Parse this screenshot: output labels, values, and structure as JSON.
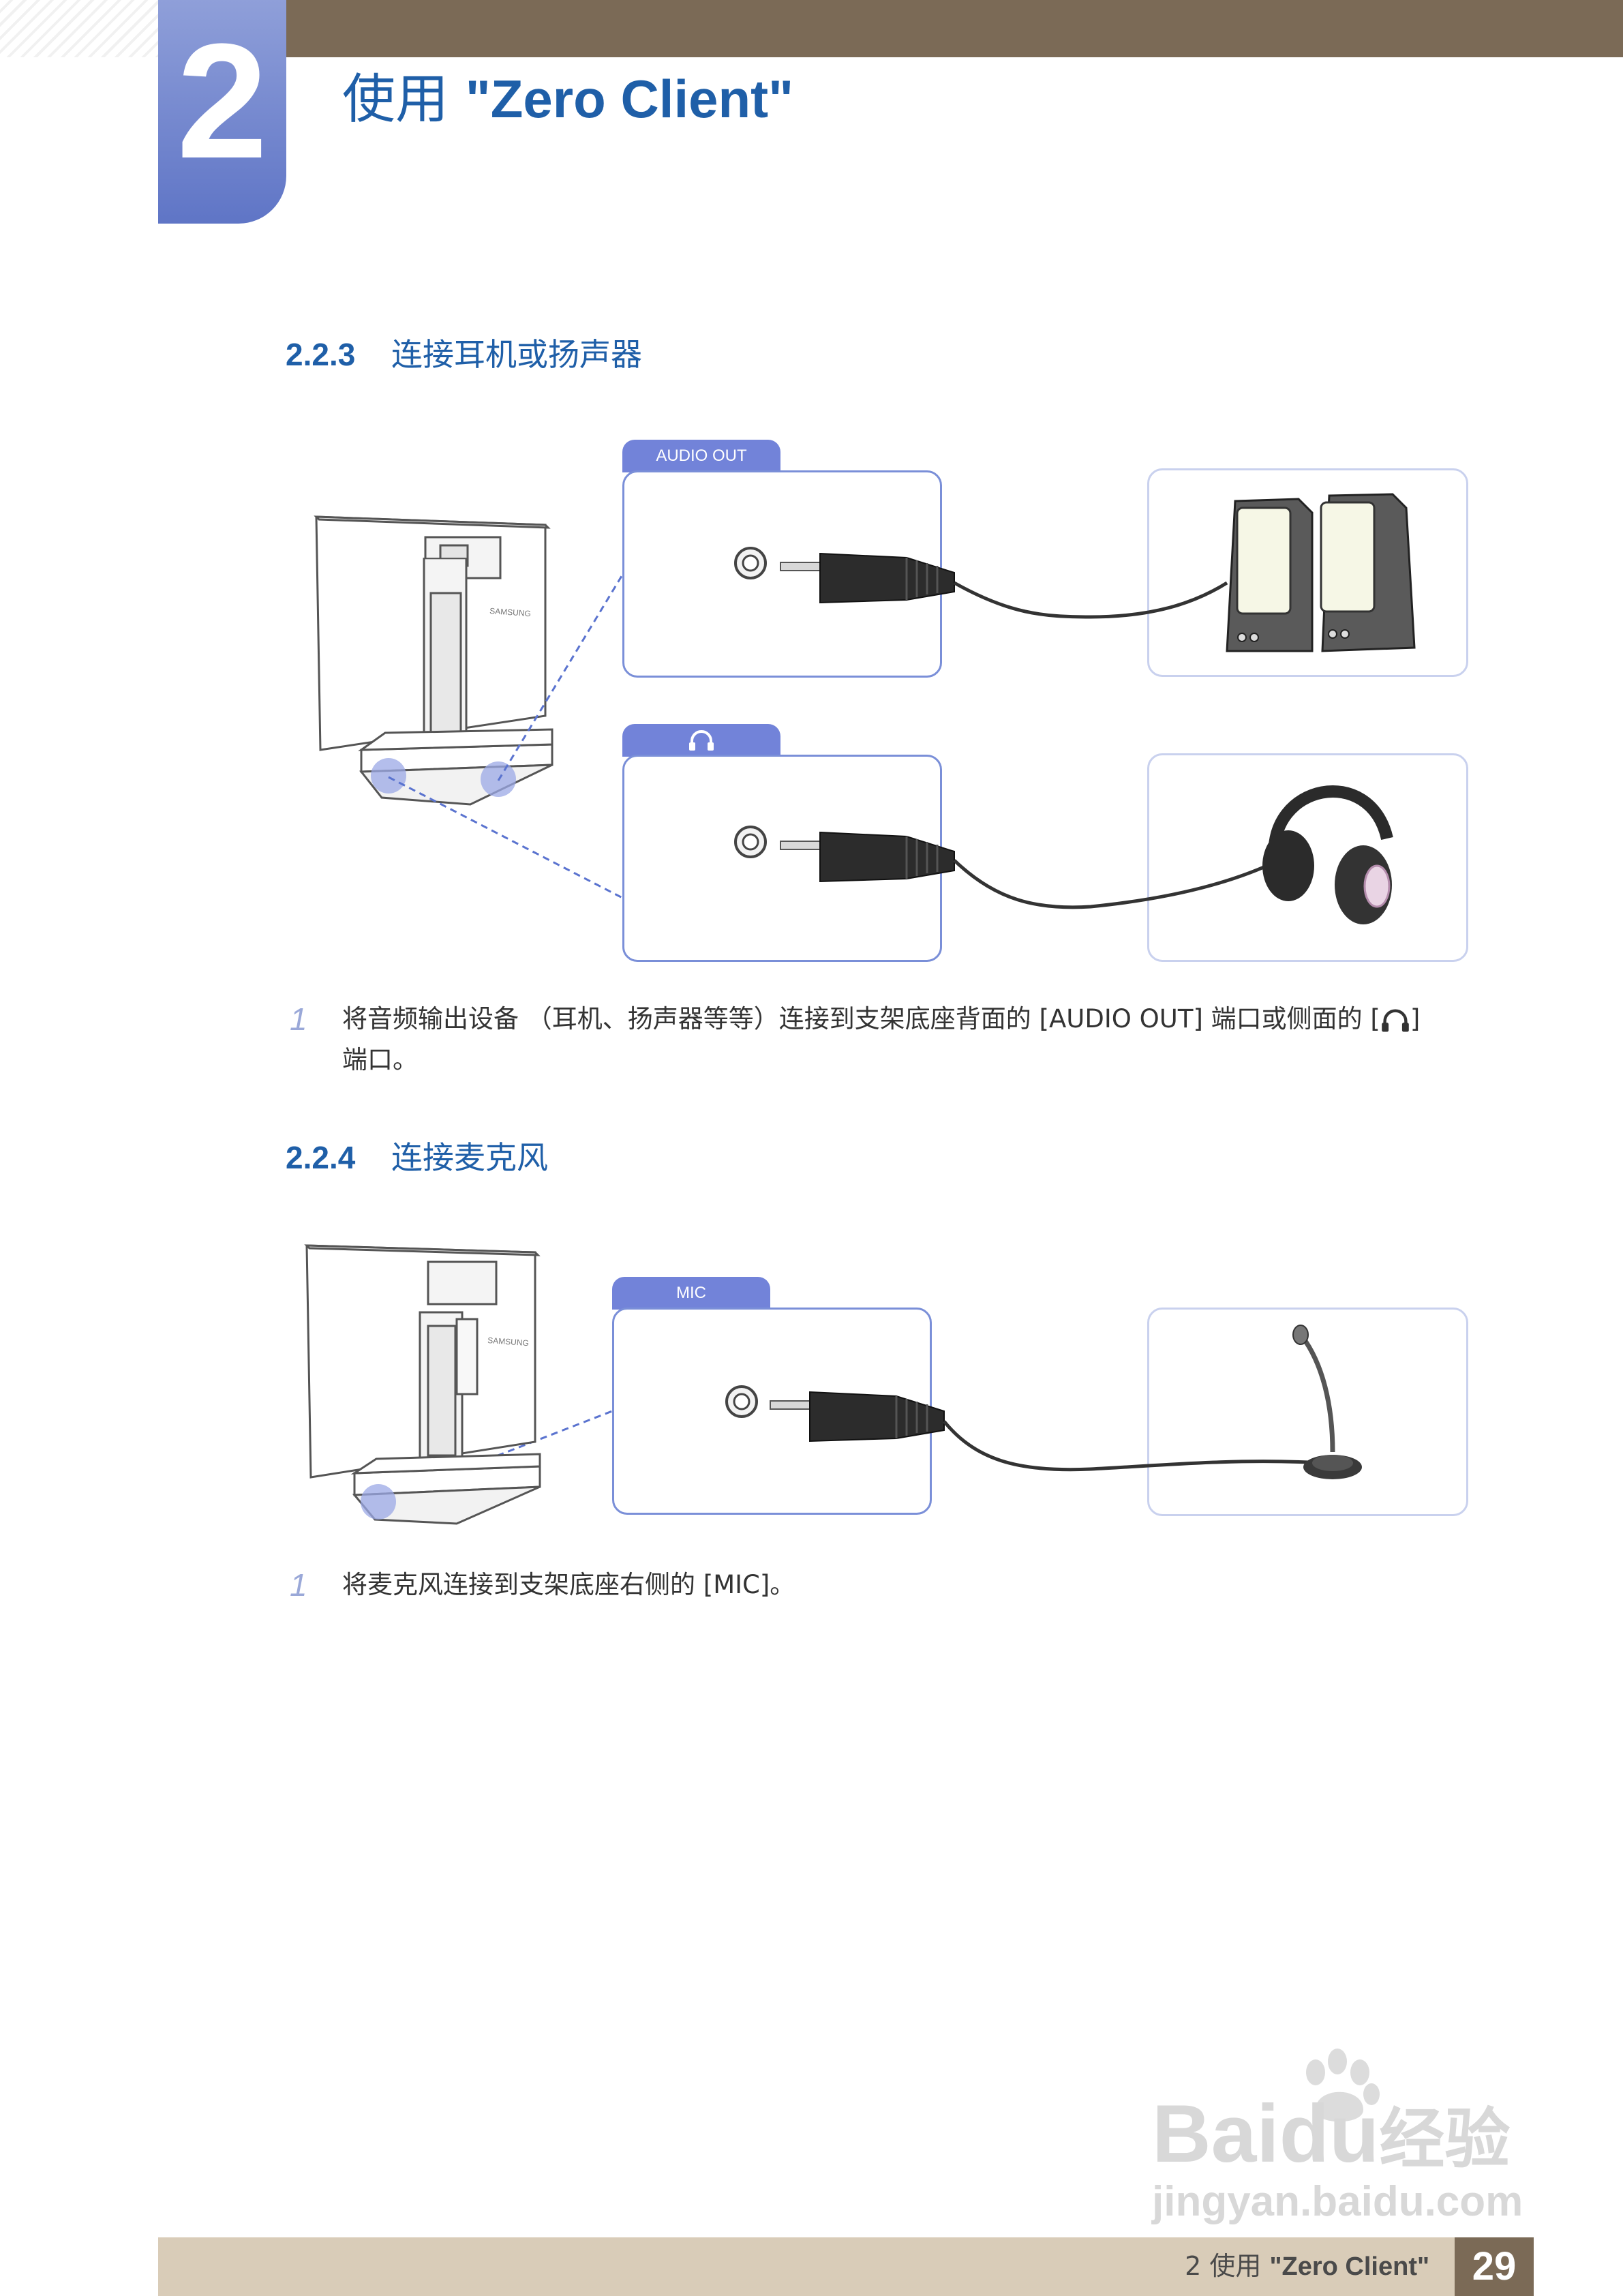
{
  "header": {
    "chapter_number": "2",
    "chapter_title_cn": "使用 ",
    "chapter_title_en": "\"Zero Client\""
  },
  "section_223": {
    "number": "2.2.3",
    "title": "连接耳机或扬声器",
    "audio_out_tab": "AUDIO OUT",
    "headphone_tab_icon": "headphone-icon",
    "step_number": "1",
    "step_text_1": "将音频输出设备 （耳机、扬声器等等）连接到支架底座背面的 [AUDIO OUT] 端口或侧面的 [",
    "step_text_2": "]",
    "step_text_3": "端口。"
  },
  "section_224": {
    "number": "2.2.4",
    "title": "连接麦克风",
    "mic_tab": "MIC",
    "step_number": "1",
    "step_text": "将麦克风连接到支架底座右侧的 [MIC]。"
  },
  "monitor_brand": "SAMSUNG",
  "footer": {
    "chapter": "2 使用 ",
    "chapter_en": "\"Zero Client\"",
    "page_number": "29"
  },
  "watermark": {
    "brand": "Bai",
    "brand2": "du",
    "cn": "经验",
    "url": "jingyan.baidu.com"
  },
  "colors": {
    "accent_blue": "#1f5fa8",
    "tab_blue": "#7283d9",
    "header_brown": "#7b6a56",
    "footer_tan": "#d9ccb8"
  }
}
